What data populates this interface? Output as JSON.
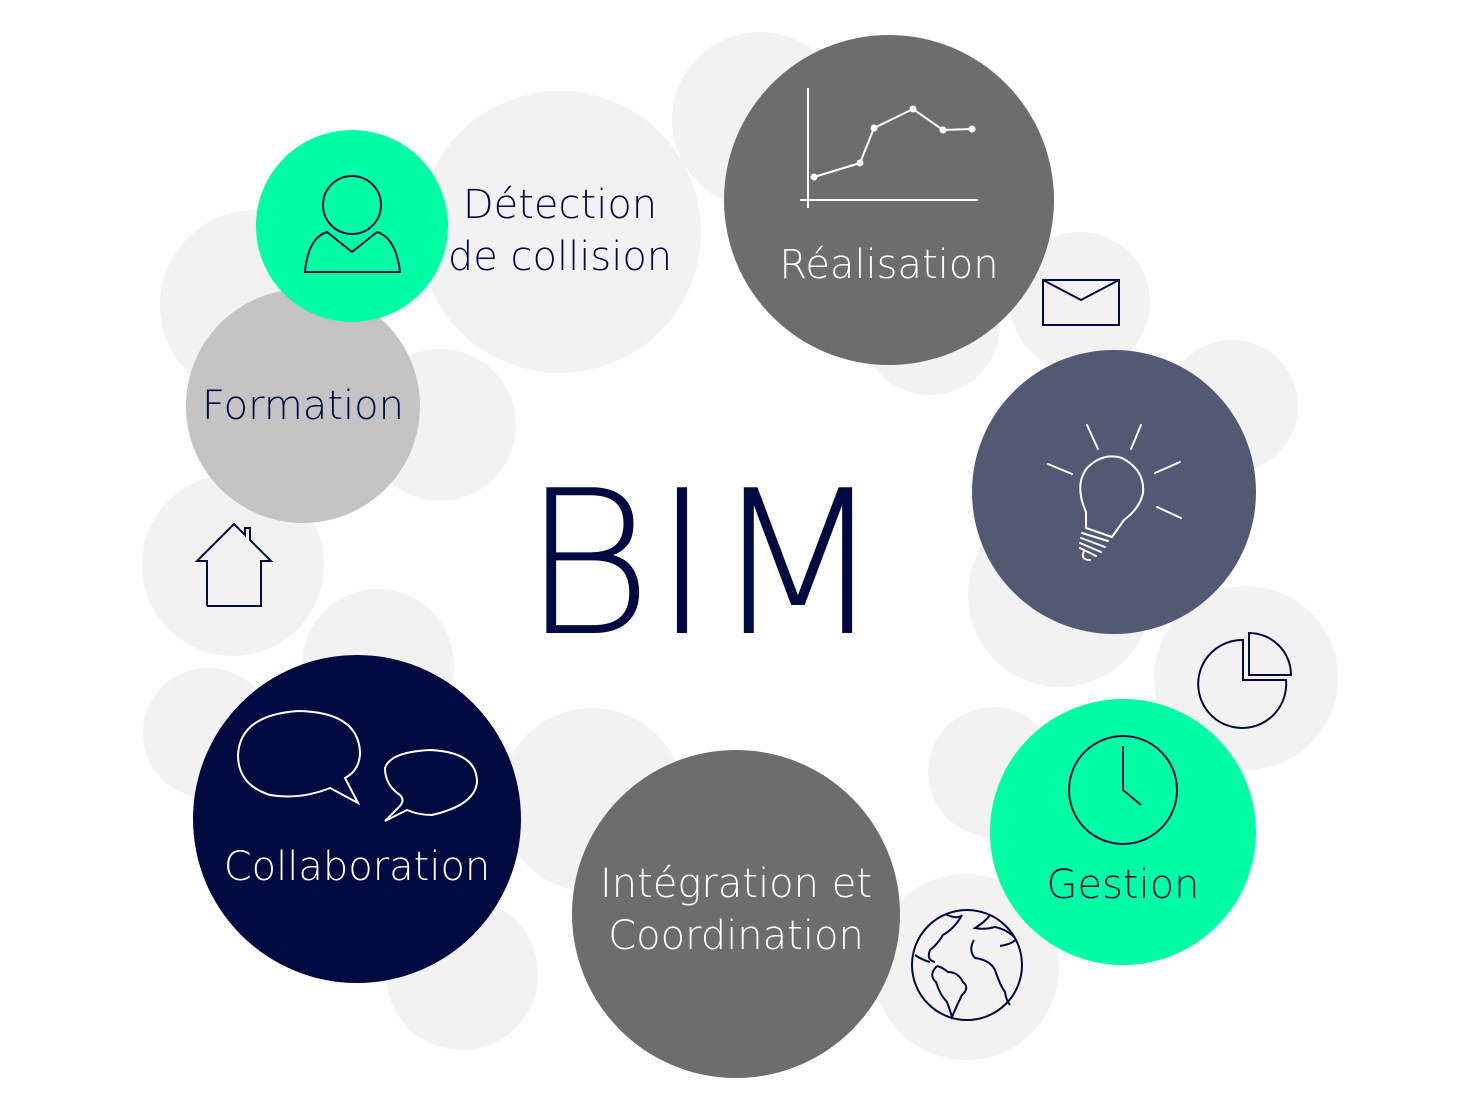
{
  "title": "BIM",
  "colors": {
    "background_circle": "#f2f2f2",
    "green": "#00ffa4",
    "dark_gray": "#6d6d6d",
    "light_gray": "#c4c4c4",
    "slate": "#525a73",
    "navy": "#000a40",
    "white": "#ffffff"
  },
  "nodes": [
    {
      "id": "detection",
      "label_lines": [
        "Détection",
        "de collision"
      ],
      "color": "#f2f2f2",
      "text_color": "#000a40"
    },
    {
      "id": "user",
      "icon": "person-icon",
      "color": "#00ffa4"
    },
    {
      "id": "realisation",
      "label_lines": [
        "Réalisation"
      ],
      "icon": "line-chart-icon",
      "color": "#6d6d6d",
      "text_color": "#ffffff"
    },
    {
      "id": "formation",
      "label_lines": [
        "Formation"
      ],
      "color": "#c4c4c4",
      "text_color": "#000a40"
    },
    {
      "id": "idea",
      "icon": "lightbulb-icon",
      "color": "#525a73"
    },
    {
      "id": "collaboration",
      "label_lines": [
        "Collaboration"
      ],
      "icon": "speech-bubbles-icon",
      "color": "#000a40",
      "text_color": "#ffffff"
    },
    {
      "id": "integration",
      "label_lines": [
        "Intégration et",
        "Coordination"
      ],
      "color": "#6d6d6d",
      "text_color": "#ffffff"
    },
    {
      "id": "gestion",
      "label_lines": [
        "Gestion"
      ],
      "icon": "clock-icon",
      "color": "#00ffa4",
      "text_color": "#000a40"
    }
  ],
  "small_icons": [
    "envelope-icon",
    "pie-chart-icon",
    "globe-icon",
    "house-icon"
  ]
}
